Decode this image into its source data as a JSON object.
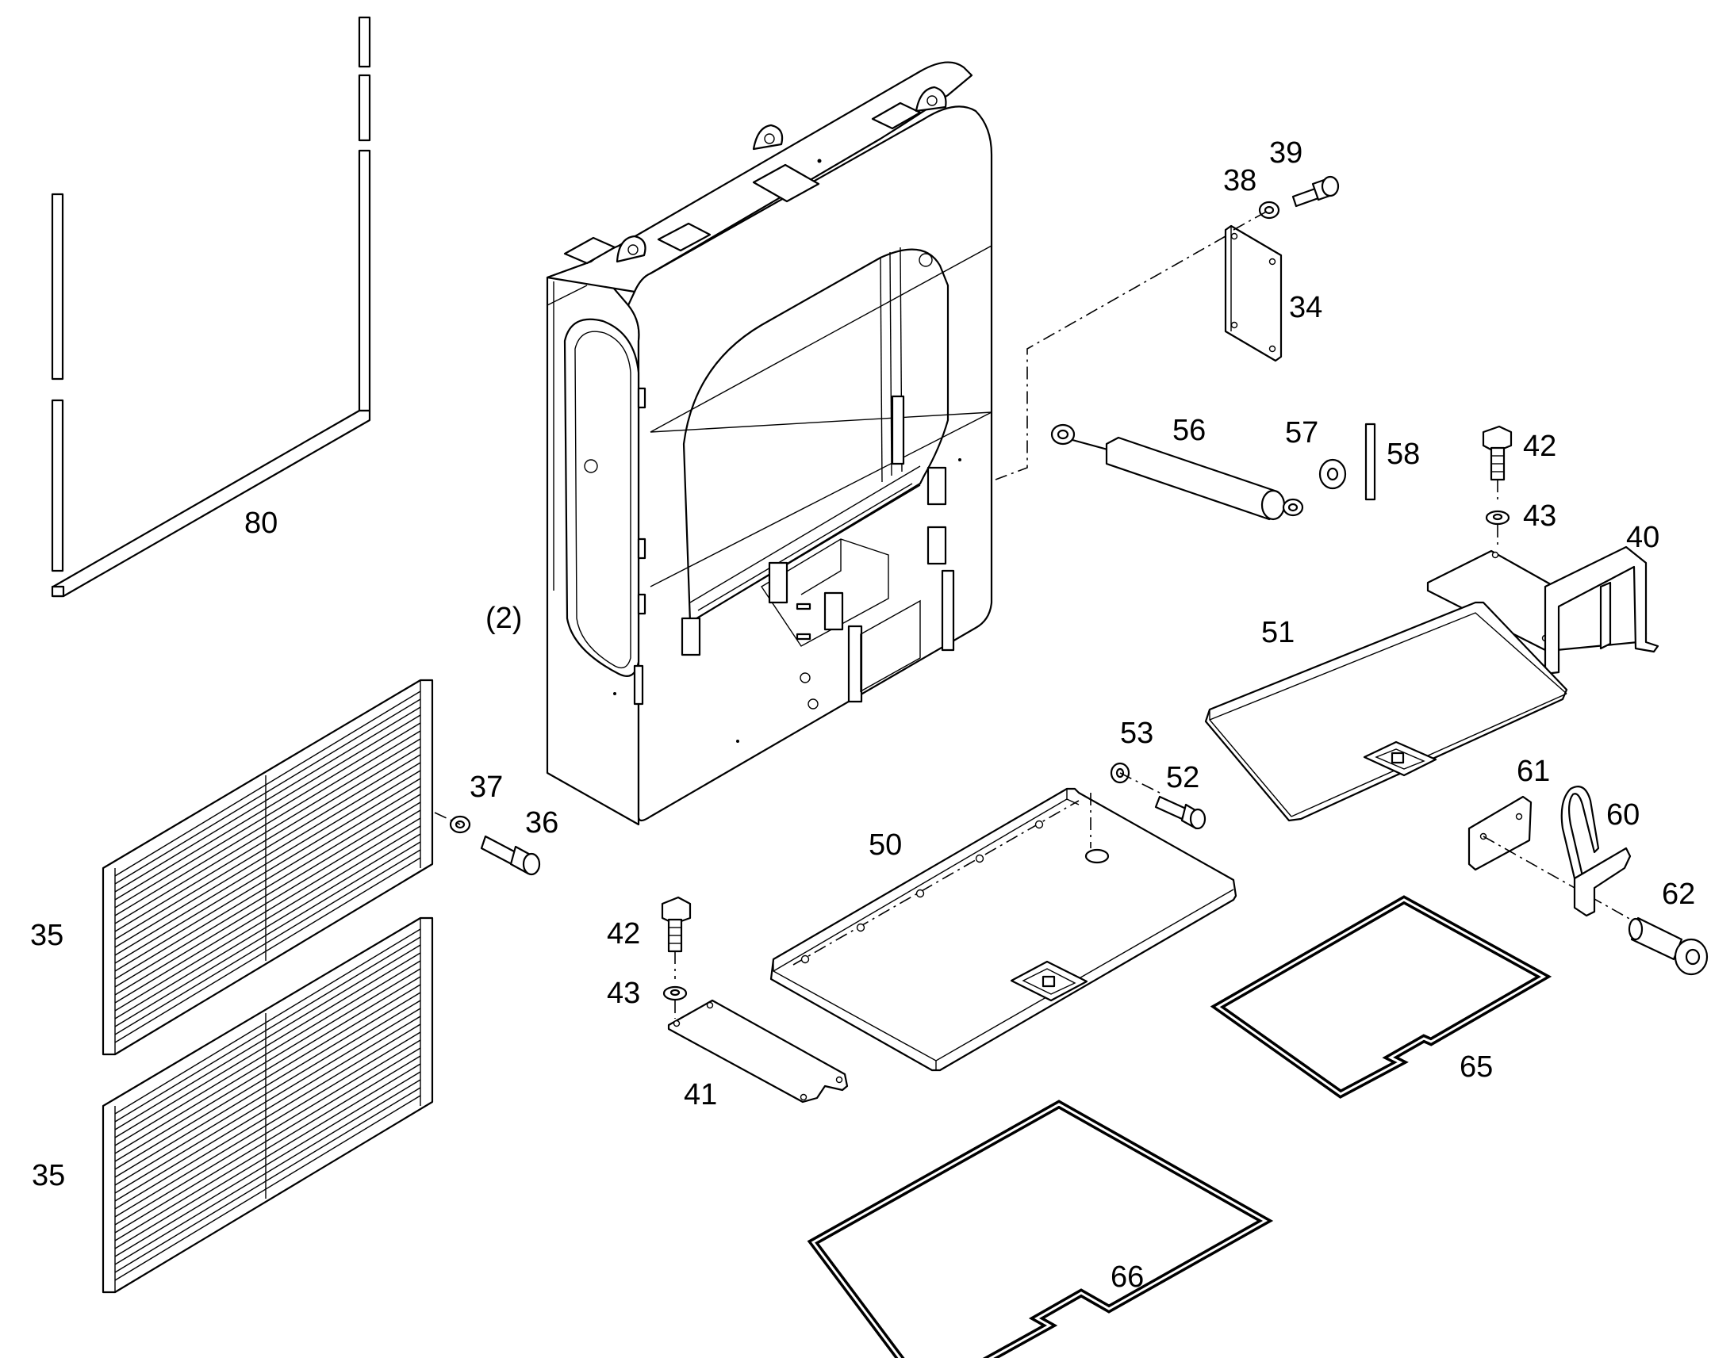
{
  "diagram": {
    "type": "exploded parts drawing",
    "callouts": {
      "frame_ref": "(2)",
      "cover_plate": "34",
      "grille_upper": "35",
      "grille_lower": "35",
      "bolt_grille": "36",
      "washer_grille": "37",
      "washer_cover": "38",
      "bolt_cover": "39",
      "bracket": "40",
      "strip_plate": "41",
      "bolt_left": "42",
      "washer_left": "43",
      "bolt_right": "42",
      "washer_right": "43",
      "tray_front": "50",
      "tray_back": "51",
      "bolt_tray": "52",
      "washer_tray": "53",
      "gas_spring": "56",
      "spring_washer": "57",
      "pin": "58",
      "handle": "60",
      "handle_plate": "61",
      "cap_screw": "62",
      "gasket_small": "65",
      "gasket_large": "66",
      "edge_seal": "80"
    }
  }
}
